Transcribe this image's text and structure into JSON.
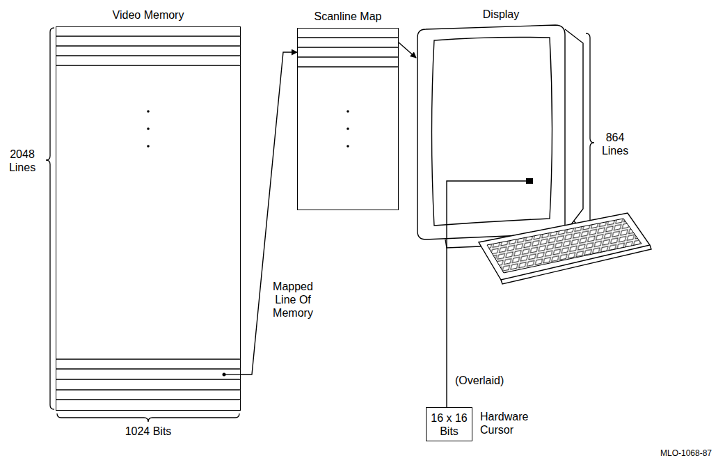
{
  "diagram": {
    "nodes": [
      {
        "text": [
          "Video Memory"
        ]
      },
      {
        "text": [
          "Scanline Map"
        ]
      },
      {
        "text": [
          "Display"
        ]
      },
      {
        "text": [
          "16 x 16 Bits",
          "Hardware Cursor"
        ]
      }
    ],
    "edges": [
      {
        "from": 0,
        "to": 1,
        "arrow": "to",
        "label": "Mapped Line Of Memory"
      },
      {
        "from": 1,
        "to": 2,
        "arrow": "to"
      },
      {
        "from": 3,
        "to": 2,
        "arrow": "none",
        "label": "(Overlaid)"
      }
    ],
    "labels": [
      "2048 Lines",
      "1024 Bits",
      "864 Lines",
      "MLO-1068-87"
    ]
  }
}
